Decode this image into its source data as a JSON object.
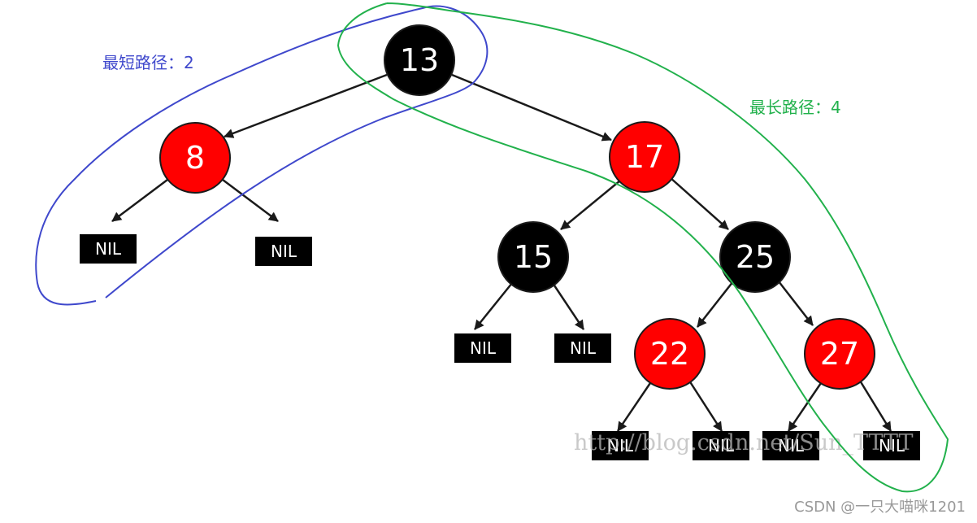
{
  "labels": {
    "shortest": "最短路径：2",
    "longest": "最长路径：4"
  },
  "nodes": [
    {
      "id": "n13",
      "value": "13",
      "color": "black"
    },
    {
      "id": "n8",
      "value": "8",
      "color": "red"
    },
    {
      "id": "n17",
      "value": "17",
      "color": "red"
    },
    {
      "id": "n15",
      "value": "15",
      "color": "black"
    },
    {
      "id": "n25",
      "value": "25",
      "color": "black"
    },
    {
      "id": "n22",
      "value": "22",
      "color": "red"
    },
    {
      "id": "n27",
      "value": "27",
      "color": "red"
    }
  ],
  "nil_label": "NIL",
  "watermark": "http://blog.csdn.net/Sun_TTTT",
  "credit": "CSDN @一只大喵咪1201",
  "colors": {
    "red_node": "#ff0000",
    "black_node": "#000000",
    "shortest_path": "#3f48cc",
    "longest_path": "#22b14c"
  }
}
